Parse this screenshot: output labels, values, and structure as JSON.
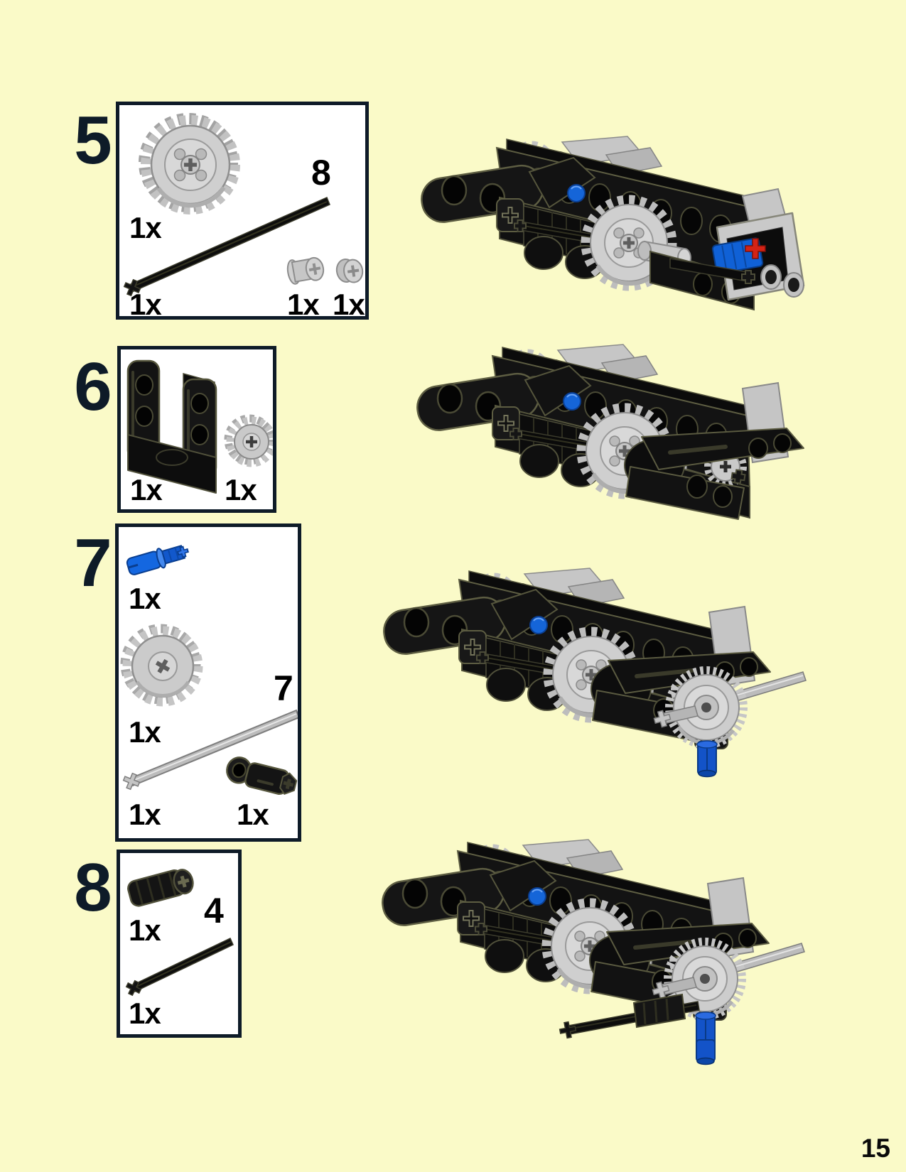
{
  "page": {
    "number": "15"
  },
  "colors": {
    "background": "#FAFAC8",
    "box_border": "#0E1B28",
    "step_number": "#0E1B28",
    "black_part": "#141414",
    "gray_part": "#C9C9C9",
    "blue_part": "#1565D8",
    "dark_blue_pin": "#1353C8",
    "red_part": "#D42316"
  },
  "steps": [
    {
      "number": "5",
      "parts": [
        {
          "qty": "1x",
          "name": "gear-24-tooth"
        },
        {
          "qty": "1x",
          "name": "axle-8-black",
          "length_label": "8"
        },
        {
          "qty": "1x",
          "name": "bush"
        },
        {
          "qty": "1x",
          "name": "half-bush"
        }
      ]
    },
    {
      "number": "6",
      "parts": [
        {
          "qty": "1x",
          "name": "frame-5x7-black"
        },
        {
          "qty": "1x",
          "name": "gear-16-tooth"
        }
      ]
    },
    {
      "number": "7",
      "parts": [
        {
          "qty": "1x",
          "name": "axle-pin-blue"
        },
        {
          "qty": "1x",
          "name": "gear-20-tooth-bevel"
        },
        {
          "qty": "1x",
          "name": "axle-7-gray",
          "length_label": "7"
        },
        {
          "qty": "1x",
          "name": "angle-connector-black"
        }
      ]
    },
    {
      "number": "8",
      "parts": [
        {
          "qty": "1x",
          "name": "ridged-axle-connector-black"
        },
        {
          "qty": "1x",
          "name": "axle-4-black",
          "length_label": "4"
        }
      ]
    }
  ]
}
